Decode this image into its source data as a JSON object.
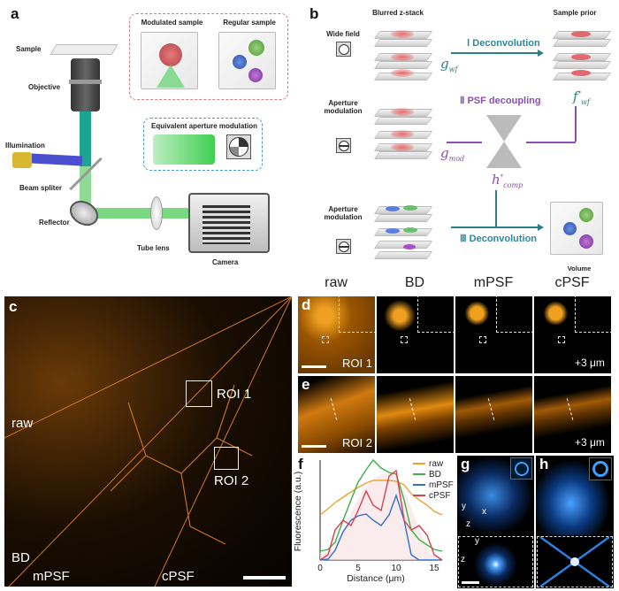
{
  "panel_a": {
    "label": "a",
    "callouts": {
      "modulated_sample": "Modulated sample",
      "regular_sample": "Regular sample",
      "equivalent_aperture": "Equivalent aperture modulation"
    },
    "components": {
      "sample": "Sample",
      "objective": "Objective",
      "illumination": "Illumination",
      "beam_splitter": "Beam spliter",
      "reflector": "Reflector",
      "tube_lens": "Tube lens",
      "camera": "Camera"
    }
  },
  "panel_b": {
    "label": "b",
    "col_blurred": "Blurred z-stack",
    "col_prior": "Sample prior",
    "row1_mode": "Wide field",
    "row2_mode": "Aperture\nmodulation",
    "row3_mode": "Aperture\nmodulation",
    "step1": "Ⅰ Deconvolution",
    "step2": "Ⅱ PSF decoupling",
    "step3": "Ⅲ Deconvolution",
    "g_wf": "g",
    "g_wf_sub": "wf",
    "g_mod": "g",
    "g_mod_sub": "mod",
    "f_wf": "f",
    "f_wf_sup": "*",
    "f_wf_sub": "wf",
    "h_comp": "h",
    "h_comp_sup": "*",
    "h_comp_sub": "comp",
    "volume": "Volume",
    "colors": {
      "teal": "#2a7f8a",
      "purple": "#8a4fb0"
    }
  },
  "panel_c": {
    "label": "c",
    "regions": {
      "raw": "raw",
      "bd": "BD",
      "mpsf": "mPSF",
      "cpsf": "cPSF"
    },
    "roi1": "ROI 1",
    "roi2": "ROI 2"
  },
  "panel_de": {
    "headers": [
      "raw",
      "BD",
      "mPSF",
      "cPSF"
    ],
    "d_label": "d",
    "e_label": "e",
    "roi1": "ROI 1",
    "roi2": "ROI 2",
    "depth_d": "+3 μm",
    "depth_e": "+3 μm"
  },
  "panel_f": {
    "label": "f"
  },
  "panel_g": {
    "label": "g",
    "axes_3d": [
      "y",
      "x",
      "z"
    ],
    "axes_2d": [
      "y",
      "z"
    ]
  },
  "panel_h": {
    "label": "h"
  },
  "chart_data": {
    "type": "line",
    "title": "",
    "xlabel": "Distance (μm)",
    "ylabel": "Fluorescence (a.u.)",
    "xlim": [
      0,
      16
    ],
    "xticks": [
      0,
      5,
      10,
      15
    ],
    "grid": false,
    "legend_position": "upper right",
    "x": [
      0,
      1,
      2,
      3,
      4,
      5,
      6,
      7,
      8,
      9,
      10,
      11,
      12,
      13,
      14,
      15,
      16
    ],
    "series": [
      {
        "name": "raw",
        "color": "#f0a030",
        "values": [
          0.45,
          0.52,
          0.58,
          0.64,
          0.69,
          0.74,
          0.78,
          0.81,
          0.81,
          0.81,
          0.8,
          0.76,
          0.68,
          0.62,
          0.56,
          0.5,
          0.45
        ]
      },
      {
        "name": "BD",
        "color": "#3cb043",
        "values": [
          0.08,
          0.1,
          0.18,
          0.4,
          0.6,
          0.78,
          0.9,
          1.0,
          0.92,
          0.88,
          0.86,
          0.6,
          0.3,
          0.2,
          0.15,
          0.1,
          0.08
        ]
      },
      {
        "name": "mPSF",
        "color": "#2f6fd0",
        "values": [
          0.0,
          0.01,
          0.1,
          0.28,
          0.4,
          0.44,
          0.46,
          0.4,
          0.35,
          0.45,
          0.65,
          0.4,
          0.05,
          0.0,
          0.0,
          0.0,
          0.0
        ]
      },
      {
        "name": "cPSF",
        "color": "#d94050",
        "values": [
          0.0,
          0.05,
          0.3,
          0.4,
          0.35,
          0.5,
          0.7,
          0.55,
          0.5,
          0.85,
          0.9,
          0.4,
          0.3,
          0.35,
          0.25,
          0.05,
          0.0
        ]
      }
    ]
  }
}
